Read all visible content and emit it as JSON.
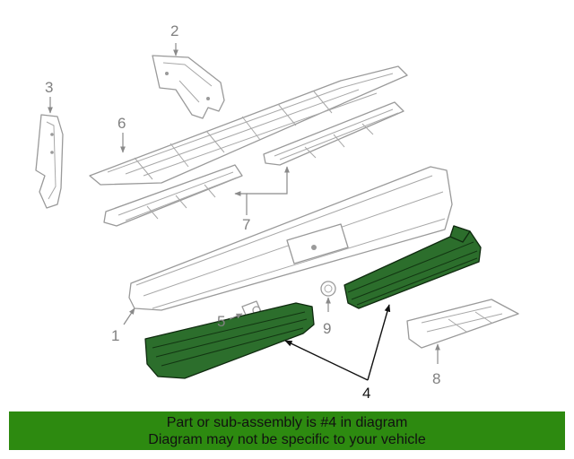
{
  "diagram": {
    "callouts": {
      "c1": "1",
      "c2": "2",
      "c3": "3",
      "c4": "4",
      "c5": "5",
      "c6": "6",
      "c7": "7",
      "c8": "8",
      "c9": "9"
    },
    "highlighted_part": "4",
    "highlight_color": "#2c6e2c"
  },
  "banner": {
    "line1": "Part or sub-assembly is #4 in diagram",
    "line2": "Diagram may not be specific to your vehicle",
    "background": "#2d8a10"
  }
}
